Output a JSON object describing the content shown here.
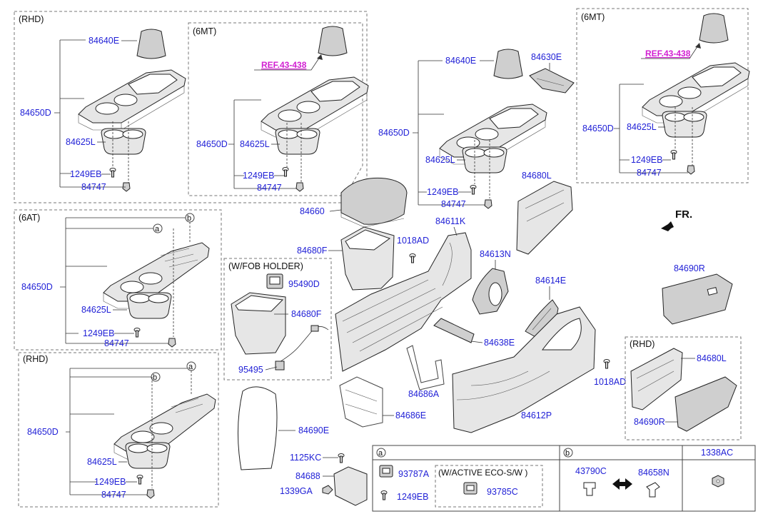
{
  "sections": {
    "rhd": "(RHD)",
    "mt6": "(6MT)",
    "at6": "(6AT)",
    "fob_holder": "(W/FOB HOLDER)",
    "active_eco": "(W/ACTIVE ECO-S/W )"
  },
  "ref_label": "REF.43-438",
  "fr_label": "FR.",
  "callouts": {
    "a": "a",
    "b": "b"
  },
  "parts": {
    "p84640E": "84640E",
    "p84650D": "84650D",
    "p84625L": "84625L",
    "p1249EB": "1249EB",
    "p84747": "84747",
    "p84630E": "84630E",
    "p84660": "84660",
    "p84680F": "84680F",
    "p1018AD": "1018AD",
    "p84611K": "84611K",
    "p84613N": "84613N",
    "p84614E": "84614E",
    "p84680L": "84680L",
    "p84690R": "84690R",
    "p95490D": "95490D",
    "p95495": "95495",
    "p84638E": "84638E",
    "p84686A": "84686A",
    "p84686E": "84686E",
    "p84612P": "84612P",
    "p84690E": "84690E",
    "p1125KC": "1125KC",
    "p84688": "84688",
    "p1339GA": "1339GA",
    "p93787A": "93787A",
    "p93785C": "93785C",
    "p43790C": "43790C",
    "p84658N": "84658N",
    "p1338AC": "1338AC"
  },
  "colors": {
    "part_number": "#1f1fd6",
    "reference": "#d21fd2",
    "heading": "#111111"
  },
  "icons": [
    "front-direction-arrow-icon",
    "double-arrow-icon"
  ]
}
